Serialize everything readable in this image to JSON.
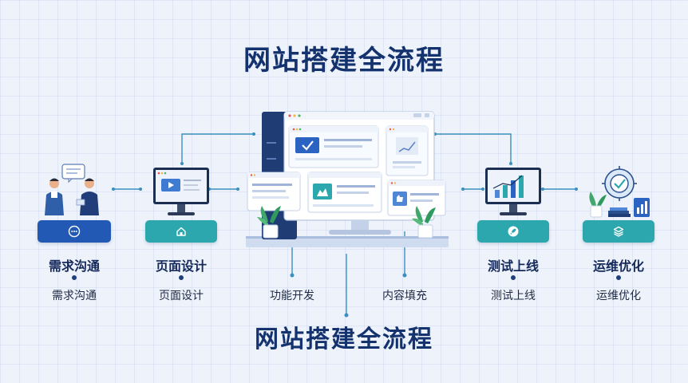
{
  "title_top": "网站搭建全流程",
  "title_bottom": "网站搭建全流程",
  "stages": [
    {
      "label": "需求沟通",
      "sub": "需求沟通",
      "icon": "chat-icon",
      "color": "#2259b4"
    },
    {
      "label": "页面设计",
      "sub": "页面设计",
      "icon": "home-icon",
      "color": "#2ba7ad"
    },
    {
      "label": "测试上线",
      "sub": "测试上线",
      "icon": "rocket-icon",
      "color": "#2ba7ad"
    },
    {
      "label": "运维优化",
      "sub": "运维优化",
      "icon": "layers-icon",
      "color": "#2ba7ad"
    }
  ],
  "center_labels": [
    "功能开发",
    "内容填充"
  ],
  "colors": {
    "navy": "#14326e",
    "blue": "#2259b4",
    "teal": "#2ba7ad",
    "connector": "#2f8fc0"
  }
}
